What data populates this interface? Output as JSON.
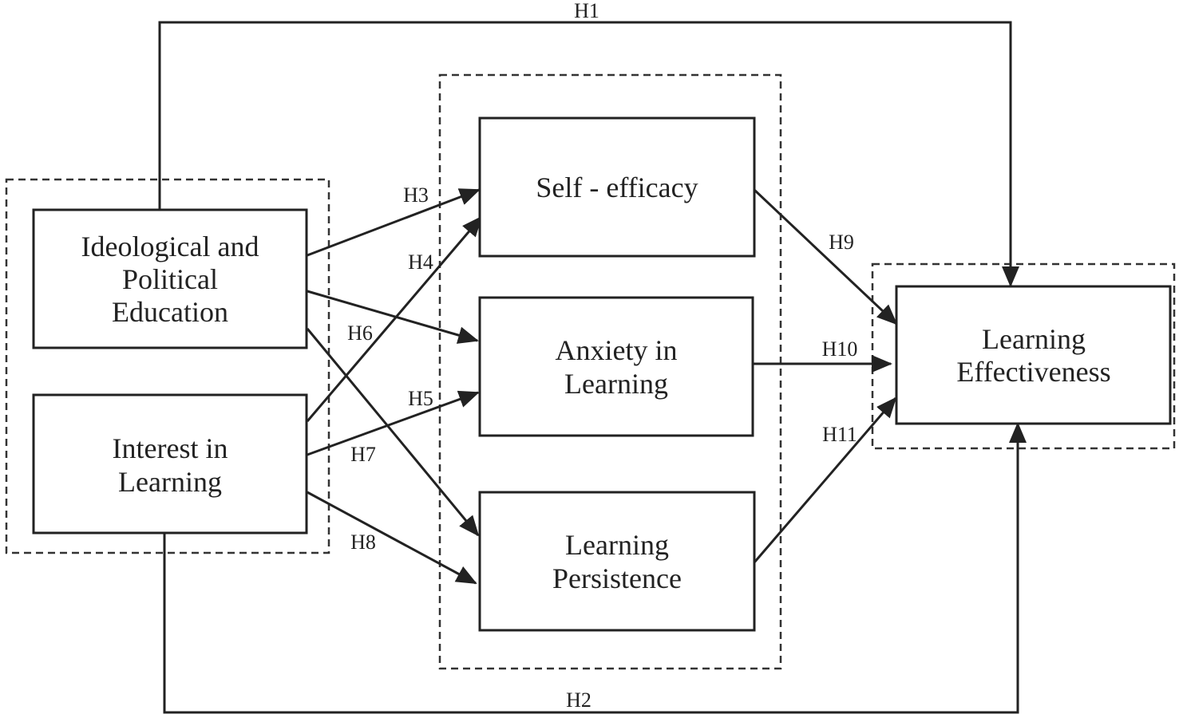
{
  "nodes": {
    "ideological_political_education": {
      "lines": [
        "Ideological and",
        "Political",
        "Education"
      ]
    },
    "interest_in_learning": {
      "lines": [
        "Interest in",
        "Learning"
      ]
    },
    "self_efficacy": {
      "lines": [
        "Self - efficacy"
      ]
    },
    "anxiety_in_learning": {
      "lines": [
        "Anxiety in",
        "Learning"
      ]
    },
    "learning_persistence": {
      "lines": [
        "Learning",
        "Persistence"
      ]
    },
    "learning_effectiveness": {
      "lines": [
        "Learning",
        "Effectiveness"
      ]
    }
  },
  "hypotheses": {
    "h1": "H1",
    "h2": "H2",
    "h3": "H3",
    "h4": "H4",
    "h5": "H5",
    "h6": "H6",
    "h7": "H7",
    "h8": "H8",
    "h9": "H9",
    "h10": "H10",
    "h11": "H11"
  },
  "colors": {
    "stroke": "#222222",
    "background": "#ffffff"
  }
}
